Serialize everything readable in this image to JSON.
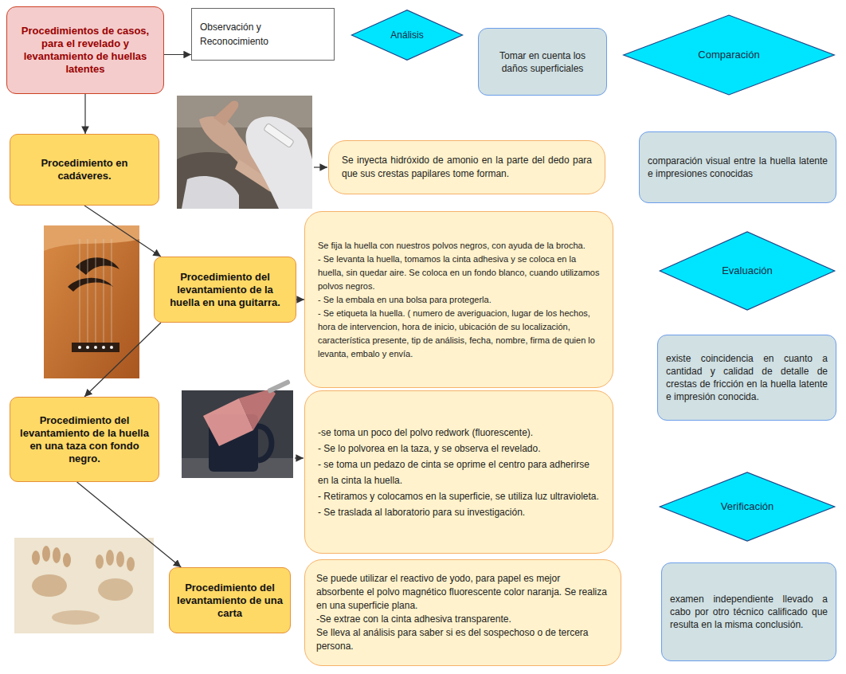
{
  "diagram": {
    "nodes": [
      {
        "text": [
          "Procedimientos de casos, para el revelado y levantamiento de huellas latentes"
        ]
      },
      {
        "text": [
          "Observación y Reconocimiento"
        ]
      },
      {
        "text": [
          "Análisis"
        ]
      },
      {
        "text": [
          "Tomar en cuenta los daños superficiales"
        ]
      },
      {
        "text": [
          "Comparación"
        ]
      },
      {
        "text": [
          "Procedimiento en cadáveres."
        ]
      },
      {
        "text": [
          "Se inyecta hidróxido de amonio en la parte del dedo para que sus crestas papilares tome forman."
        ]
      },
      {
        "text": [
          "comparación visual entre la huella latente e impresiones conocidas"
        ]
      },
      {
        "text": [
          "Procedimiento del levantamiento de la huella en una guitarra."
        ]
      },
      {
        "text": [
          "Se fija la huella con nuestros polvos negros, con ayuda de la brocha.",
          "- Se levanta la huella, tomamos la cinta adhesiva y se coloca en la huella, sin quedar aire. Se coloca en un fondo blanco, cuando utilizamos polvos negros.",
          "- Se la embala en una bolsa para protegerla.",
          "- Se etiqueta la huella. ( numero de averiguacion, lugar de los hechos, hora de intervencion, hora de inicio, ubicación de su localización, característica presente, tip de análisis, fecha, nombre, firma de quien lo levanta, embalo y envía."
        ]
      },
      {
        "text": [
          "Evaluación"
        ]
      },
      {
        "text": [
          "existe coincidencia en cuanto a cantidad y calidad de detalle de crestas de fricción en la huella latente e impresión conocida."
        ]
      },
      {
        "text": [
          "Procedimiento del levantamiento de la huella en una taza con fondo negro."
        ]
      },
      {
        "text": [
          "-se toma un poco del polvo redwork (fluorescente).",
          "- Se lo polvorea en la taza, y se observa el revelado.",
          "- se toma un pedazo de cinta se oprime el centro para adherirse en la cinta la huella.",
          "- Retiramos y colocamos en la superficie, se utiliza luz ultravioleta.",
          "- Se traslada al laboratorio para su investigación."
        ]
      },
      {
        "text": [
          "Verificación"
        ]
      },
      {
        "text": [
          "Procedimiento del levantamiento de una carta"
        ]
      },
      {
        "text": [
          "Se puede utilizar el reactivo de yodo, para papel es mejor absorbente el polvo magnético fluorescente color naranja. Se realiza en una superficie plana.",
          "-Se extrae con la cinta adhesiva transparente.",
          "Se lleva al análisis para saber si es del sospechoso o de tercera persona."
        ]
      },
      {
        "text": [
          "examen independiente llevado a cabo por otro técnico calificado que resulta en la misma conclusión."
        ]
      }
    ],
    "edges": [
      {
        "from": 0,
        "to": 1,
        "arrow": "to"
      },
      {
        "from": 0,
        "to": 5,
        "arrow": "to"
      },
      {
        "from": 5,
        "to": 8,
        "arrow": "to"
      },
      {
        "from": 8,
        "to": 9,
        "arrow": "to"
      },
      {
        "from": 8,
        "to": 12,
        "arrow": "to"
      },
      {
        "from": 12,
        "to": 15,
        "arrow": "to"
      }
    ]
  }
}
